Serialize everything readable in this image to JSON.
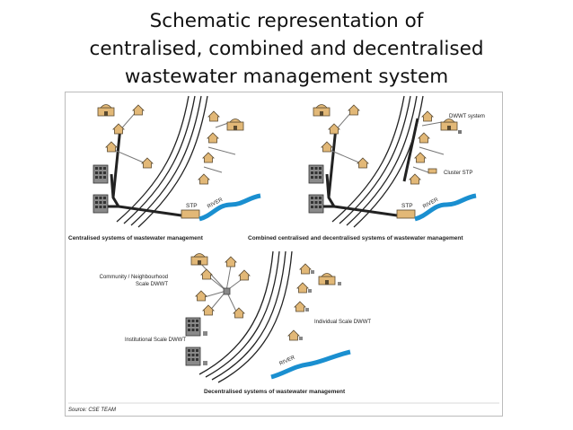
{
  "title": {
    "line1": "Schematic representation of",
    "line2": "centralised, combined and decentralised",
    "line3": "wastewater management system"
  },
  "panels": {
    "centralised": {
      "caption": "Centralised systems of wastewater management",
      "stp": "STP",
      "river": "RIVER"
    },
    "combined": {
      "caption": "Combined centralised and decentralised systems of wastewater management",
      "stp": "STP",
      "river": "RIVER",
      "dwwt": "DWWT system",
      "cluster": "Cluster STP"
    },
    "decentralised": {
      "caption": "Decentralised systems of wastewater management",
      "community_line1": "Community / Neighbourhood",
      "community_line2": "Scale DWWT",
      "institutional": "Institutional Scale DWWT",
      "individual": "Individual Scale DWWT",
      "river": "RIVER"
    }
  },
  "source": "Source: CSE TEAM",
  "colors": {
    "river": "#1a8fd0",
    "house": "#e2b877",
    "outline": "#5a4a30",
    "pipe": "#222222"
  }
}
